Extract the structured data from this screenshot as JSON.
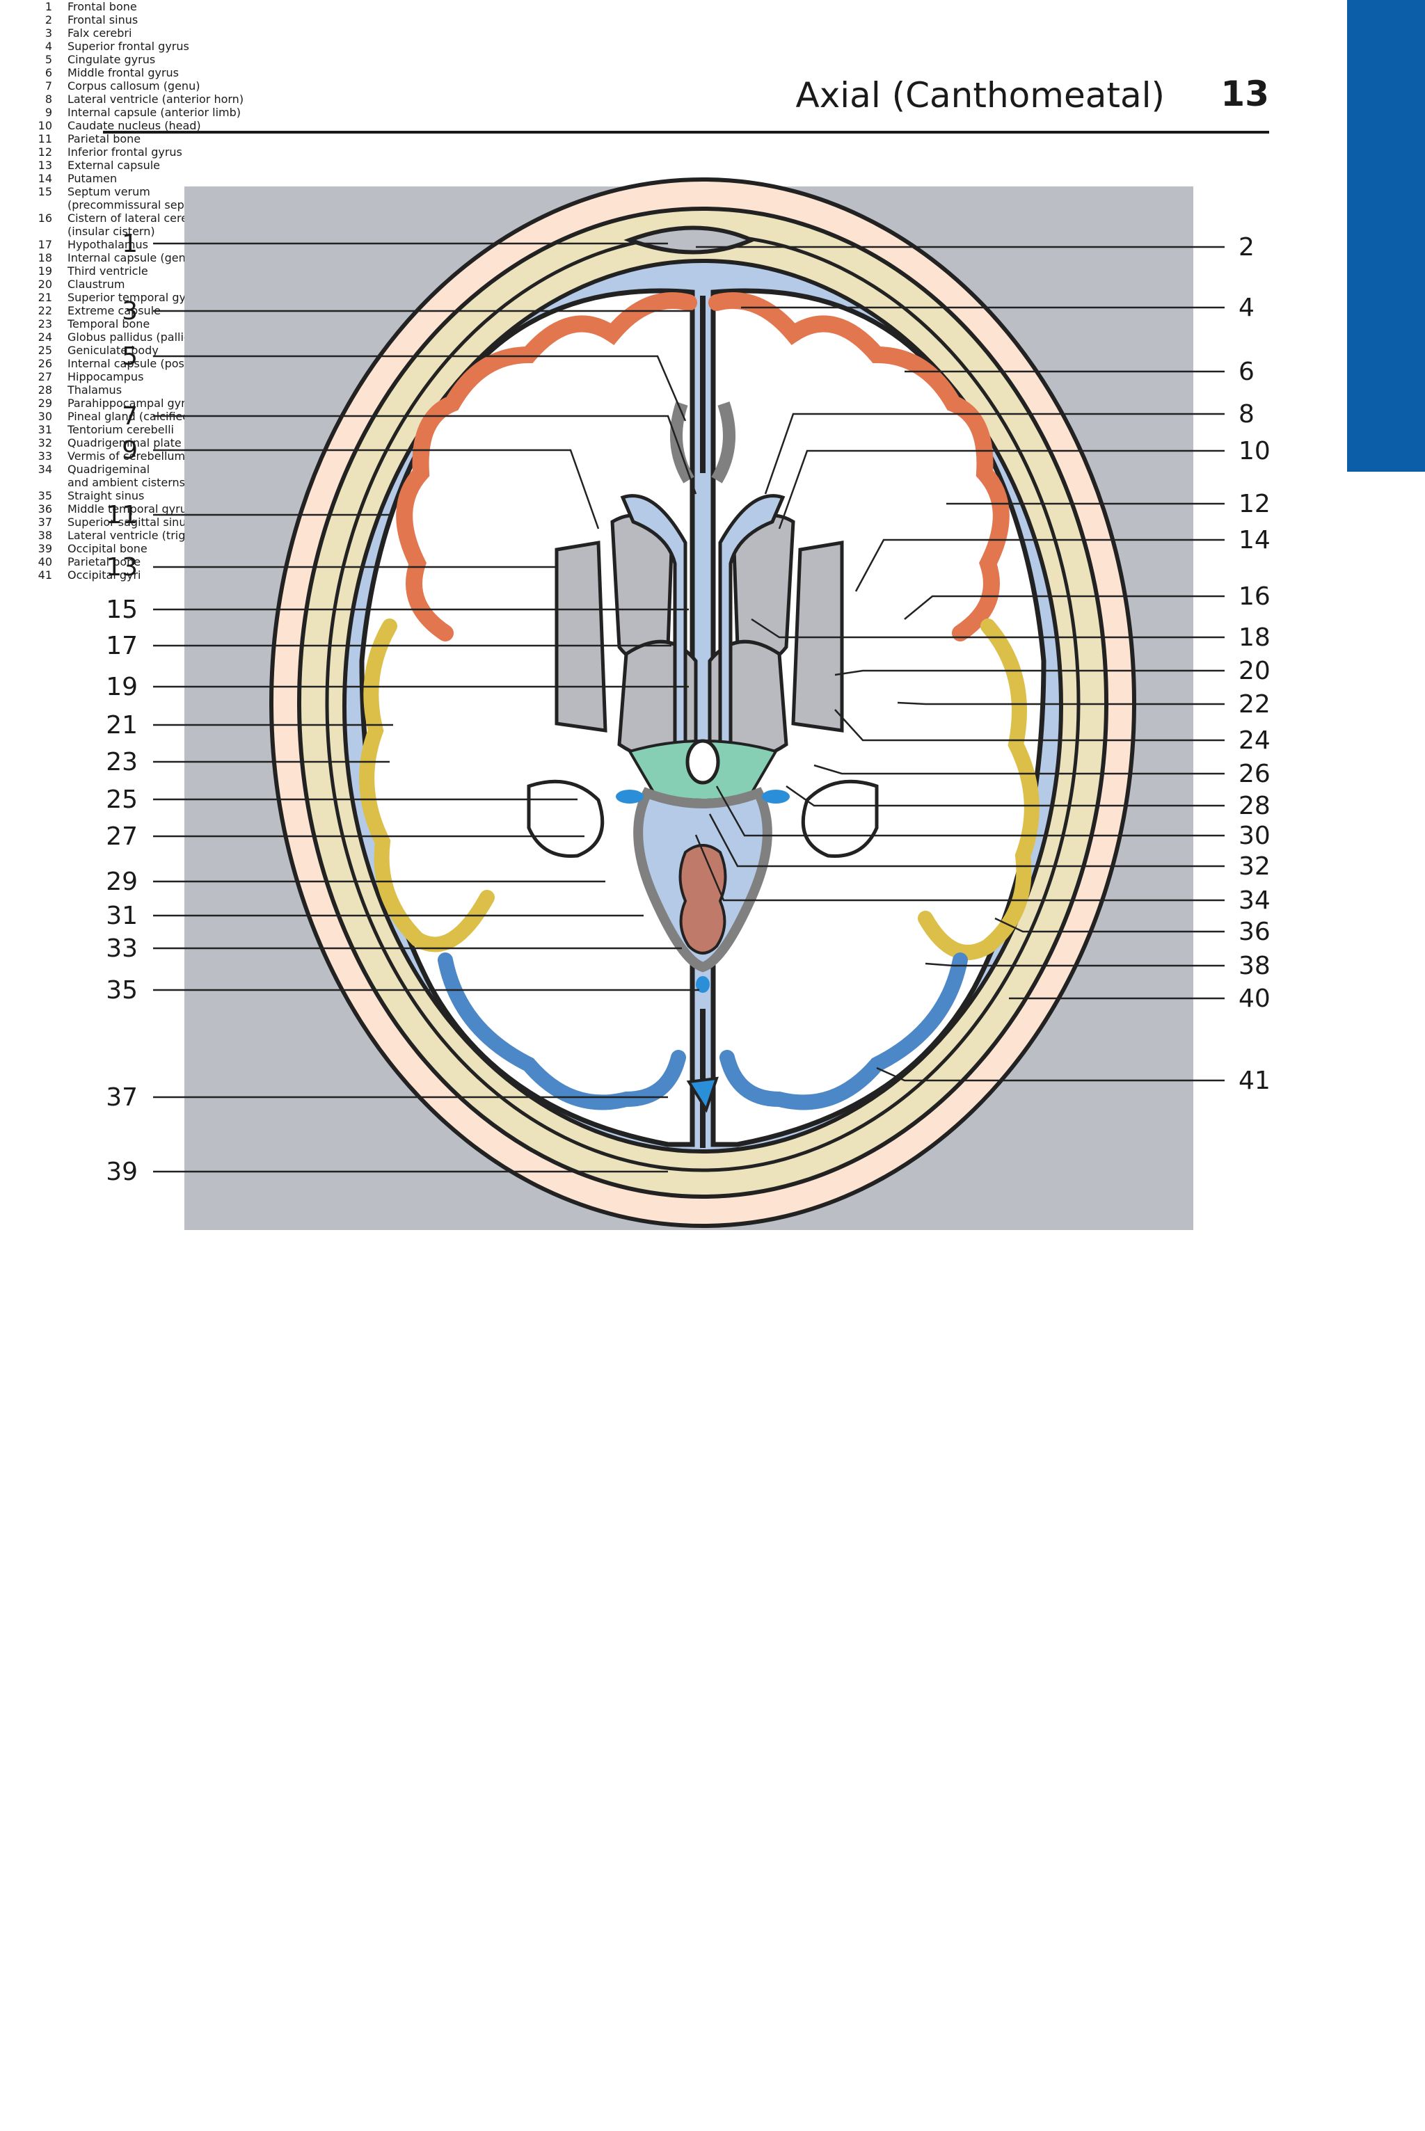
{
  "header": {
    "section_title": "Axial (Canthomeatal)",
    "page_number": "13"
  },
  "figure": {
    "left_callouts": [
      "1",
      "3",
      "5",
      "7",
      "9",
      "11",
      "13",
      "15",
      "17",
      "19",
      "21",
      "23",
      "25",
      "27",
      "29",
      "31",
      "33",
      "35",
      "37",
      "39"
    ],
    "right_callouts": [
      "2",
      "4",
      "6",
      "8",
      "10",
      "12",
      "14",
      "16",
      "18",
      "20",
      "22",
      "24",
      "26",
      "28",
      "30",
      "32",
      "34",
      "36",
      "38",
      "40",
      "41"
    ],
    "colors": {
      "background": "#bcbec6",
      "scalp": "#fde3d2",
      "bone": "#ece2bc",
      "csf": "#b4cae6",
      "white_matter": "#ffffff",
      "frontal_cortex": "#e2764e",
      "temporal_cortex": "#dcbf48",
      "occipital_cortex": "#4c88c8",
      "gray_nuclei": "#b8babf",
      "cisterns": "#86cfb4",
      "vermis": "#c07a6a",
      "tab": "#0c5ea8"
    }
  },
  "legend": {
    "left": [
      {
        "num": "1",
        "text": "Frontal bone"
      },
      {
        "num": "2",
        "text": "Frontal sinus"
      },
      {
        "num": "3",
        "text": "Falx cerebri"
      },
      {
        "num": "4",
        "text": "Superior frontal gyrus"
      },
      {
        "num": "5",
        "text": "Cingulate gyrus"
      },
      {
        "num": "6",
        "text": "Middle frontal gyrus"
      },
      {
        "num": "7",
        "text": "Corpus callosum (genu)"
      },
      {
        "num": "8",
        "text": "Lateral ventricle (anterior horn)"
      },
      {
        "num": "9",
        "text": "Internal capsule (anterior limb)"
      },
      {
        "num": "10",
        "text": "Caudate nucleus (head)"
      },
      {
        "num": "11",
        "text": "Parietal bone"
      },
      {
        "num": "12",
        "text": "Inferior frontal gyrus"
      },
      {
        "num": "13",
        "text": "External capsule"
      },
      {
        "num": "14",
        "text": "Putamen"
      },
      {
        "num": "15",
        "text": "Septum verum\n(precommissural septum)"
      },
      {
        "num": "16",
        "text": "Cistern of lateral cerebral fossa\n(insular cistern)"
      },
      {
        "num": "17",
        "text": "Hypothalamus"
      },
      {
        "num": "18",
        "text": "Internal capsule (genu)"
      },
      {
        "num": "19",
        "text": "Third ventricle"
      },
      {
        "num": "20",
        "text": "Claustrum"
      }
    ],
    "right": [
      {
        "num": "21",
        "text": "Superior temporal gyrus"
      },
      {
        "num": "22",
        "text": "Extreme capsule"
      },
      {
        "num": "23",
        "text": "Temporal bone"
      },
      {
        "num": "24",
        "text": "Globus pallidus (pallidum)"
      },
      {
        "num": "25",
        "text": "Geniculate body"
      },
      {
        "num": "26",
        "text": "Internal capsule (posterior limb)"
      },
      {
        "num": "27",
        "text": "Hippocampus"
      },
      {
        "num": "28",
        "text": "Thalamus"
      },
      {
        "num": "29",
        "text": "Parahippocampal gyrus"
      },
      {
        "num": "30",
        "text": "Pineal gland (calcified)"
      },
      {
        "num": "31",
        "text": "Tentorium cerebelli"
      },
      {
        "num": "32",
        "text": "Quadrigeminal plate (colliculus)"
      },
      {
        "num": "33",
        "text": "Vermis of cerebellum"
      },
      {
        "num": "34",
        "text": "Quadrigeminal\nand ambient cisterns"
      },
      {
        "num": "35",
        "text": "Straight sinus"
      },
      {
        "num": "36",
        "text": "Middle temporal gyrus"
      },
      {
        "num": "37",
        "text": "Superior sagittal sinus"
      },
      {
        "num": "38",
        "text": "Lateral ventricle (trigone)"
      },
      {
        "num": "39",
        "text": "Occipital bone"
      },
      {
        "num": "40",
        "text": "Parietal bone"
      },
      {
        "num": "41",
        "text": "Occipital gyri"
      }
    ]
  }
}
